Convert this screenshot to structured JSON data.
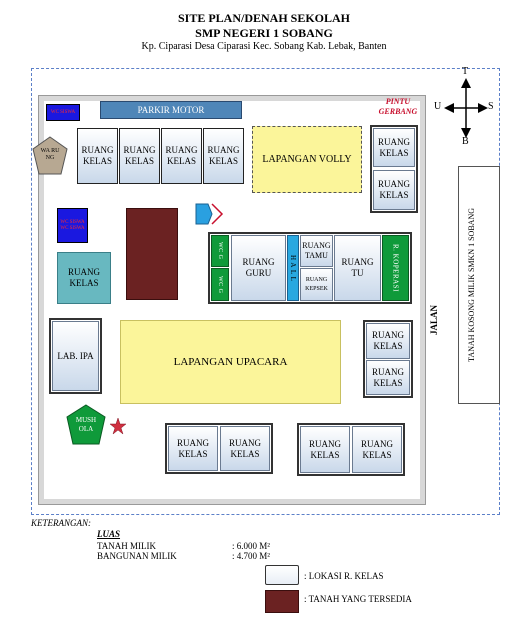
{
  "header": {
    "title_line1": "SITE PLAN/DENAH SEKOLAH",
    "title_line2": "SMP NEGERI 1 SOBANG",
    "address": "Kp. Ciparasi Desa Ciparasi Kec. Sobang Kab. Lebak, Banten"
  },
  "compass": {
    "north": "T",
    "west": "U",
    "east": "S",
    "south": "B"
  },
  "labels": {
    "parkir_motor": "PARKIR MOTOR",
    "pintu_gerbang": "PINTU GERBANG",
    "warung": "WA RU NG",
    "wc_top": "WC SISWA",
    "wc_mid": "WC SISWA WC SISWA",
    "ruang_kelas": "RUANG KELAS",
    "lapangan_volly": "LAPANGAN VOLLY",
    "ruang_guru": "RUANG GURU",
    "hall": "H A L L",
    "ruang_tamu": "RUANG TAMU",
    "ruang_kepsek": "RUANG KEPSEK",
    "ruang_tu": "RUANG TU",
    "koperasi": "R. KOPERASI",
    "wc_guru_1": "WC G",
    "wc_guru_2": "WC G",
    "lab_ipa": "LAB. IPA",
    "lapangan_upacara": "LAPANGAN UPACARA",
    "musholla": "MUSH OLA",
    "jalan": "JALAN",
    "tanah_kosong": "TANAH KOSONG MILIK SMKN 1 SOBANG"
  },
  "legend": {
    "keterangan": "KETERANGAN:",
    "luas": "LUAS",
    "tanah_milik_label": "TANAH MILIK",
    "tanah_milik_value": ": 6.000 M²",
    "bangunan_milik_label": "BANGUNAN MILIK",
    "bangunan_milik_value": ": 4.700 M²",
    "lokasi_kelas": ": LOKASI R. KELAS",
    "tanah_tersedia": ":  TANAH YANG TERSEDIA"
  },
  "colors": {
    "site_border": "#5b7fc8",
    "classroom_fill": "#c9d8ea",
    "field_fill": "#fbf59a",
    "available_land": "#6b2222",
    "wc": "#1a18e0",
    "teal": "#68b8c0",
    "green": "#0f9a3a"
  }
}
